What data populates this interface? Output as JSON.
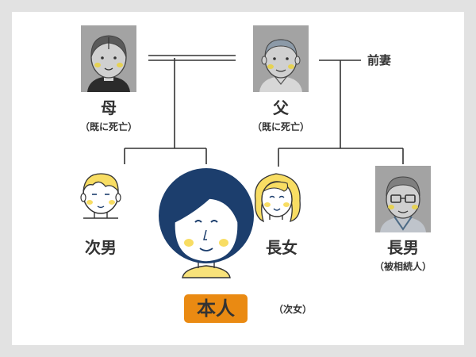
{
  "people": {
    "mother": {
      "name": "母",
      "note": "（既に死亡）"
    },
    "father": {
      "name": "父",
      "note": "（既に死亡）"
    },
    "former_wife": {
      "name": "前妻"
    },
    "second_son": {
      "name": "次男"
    },
    "self": {
      "name": "本人",
      "note": "（次女）"
    },
    "eldest_daughter": {
      "name": "長女"
    },
    "eldest_son": {
      "name": "長男",
      "note": "（被相続人）"
    }
  },
  "colors": {
    "background": "#e2e2e2",
    "card": "#ffffff",
    "navy": "#1c3e6d",
    "orange_badge": "#ea8a12",
    "cheek_yellow": "#f8dd63",
    "photo_gray": "#a3a3a3"
  }
}
